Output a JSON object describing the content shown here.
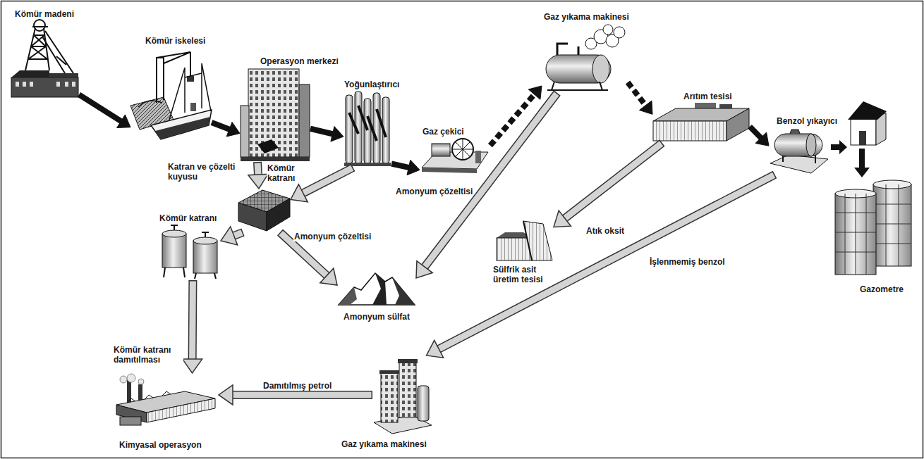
{
  "diagram": {
    "nodes": [
      {
        "text": [
          "Kömür madeni"
        ]
      },
      {
        "text": [
          "Kömür iskelesi"
        ]
      },
      {
        "text": [
          "Operasyon merkezi"
        ]
      },
      {
        "text": [
          "Yoğunlaştırıcı"
        ]
      },
      {
        "text": [
          "Gaz çekici"
        ]
      },
      {
        "text": [
          "Gaz yıkama makinesi"
        ]
      },
      {
        "text": [
          "Arıtım tesisi"
        ]
      },
      {
        "text": [
          "Benzol yıkayıcı"
        ]
      },
      {
        "text": [
          "Gazometre"
        ]
      },
      {
        "text": [
          "Katran ve çözelti kuyusu"
        ]
      },
      {
        "text": [
          "Kömür katranı"
        ]
      },
      {
        "text": [
          "Amonyum sülfat"
        ]
      },
      {
        "text": [
          "Sülfrik asit üretim tesisi"
        ]
      },
      {
        "text": [
          "Kömür katranı damıtılması",
          "Kimyasal operasyon"
        ]
      },
      {
        "text": [
          "Gaz yıkama makinesi"
        ]
      }
    ],
    "edges": [
      {
        "from": 0,
        "to": 1,
        "arrow": "to"
      },
      {
        "from": 1,
        "to": 2,
        "arrow": "to"
      },
      {
        "from": 2,
        "to": 3,
        "arrow": "to"
      },
      {
        "from": 3,
        "to": 4,
        "arrow": "to"
      },
      {
        "from": 4,
        "to": 5,
        "arrow": "to"
      },
      {
        "from": 5,
        "to": 6,
        "arrow": "to"
      },
      {
        "from": 6,
        "to": 7,
        "arrow": "to"
      },
      {
        "from": 2,
        "to": 9,
        "label": "Kömür katranı",
        "arrow": "to"
      },
      {
        "from": 3,
        "to": 9,
        "arrow": "to"
      },
      {
        "from": 9,
        "to": 10,
        "arrow": "to"
      },
      {
        "from": 9,
        "to": 11,
        "label": "Amonyum çözeltisi",
        "arrow": "to"
      },
      {
        "from": 5,
        "to": 11,
        "label": "Amonyum çözeltisi",
        "arrow": "to"
      },
      {
        "from": 6,
        "to": 12,
        "label": "Atık oksit",
        "arrow": "to"
      },
      {
        "from": 10,
        "to": 13,
        "arrow": "to"
      },
      {
        "from": 7,
        "to": 14,
        "label": "İşlenmemiş benzol",
        "arrow": "to"
      },
      {
        "from": 14,
        "to": 13,
        "label": "Damıtılmış petrol",
        "arrow": "to"
      }
    ]
  }
}
